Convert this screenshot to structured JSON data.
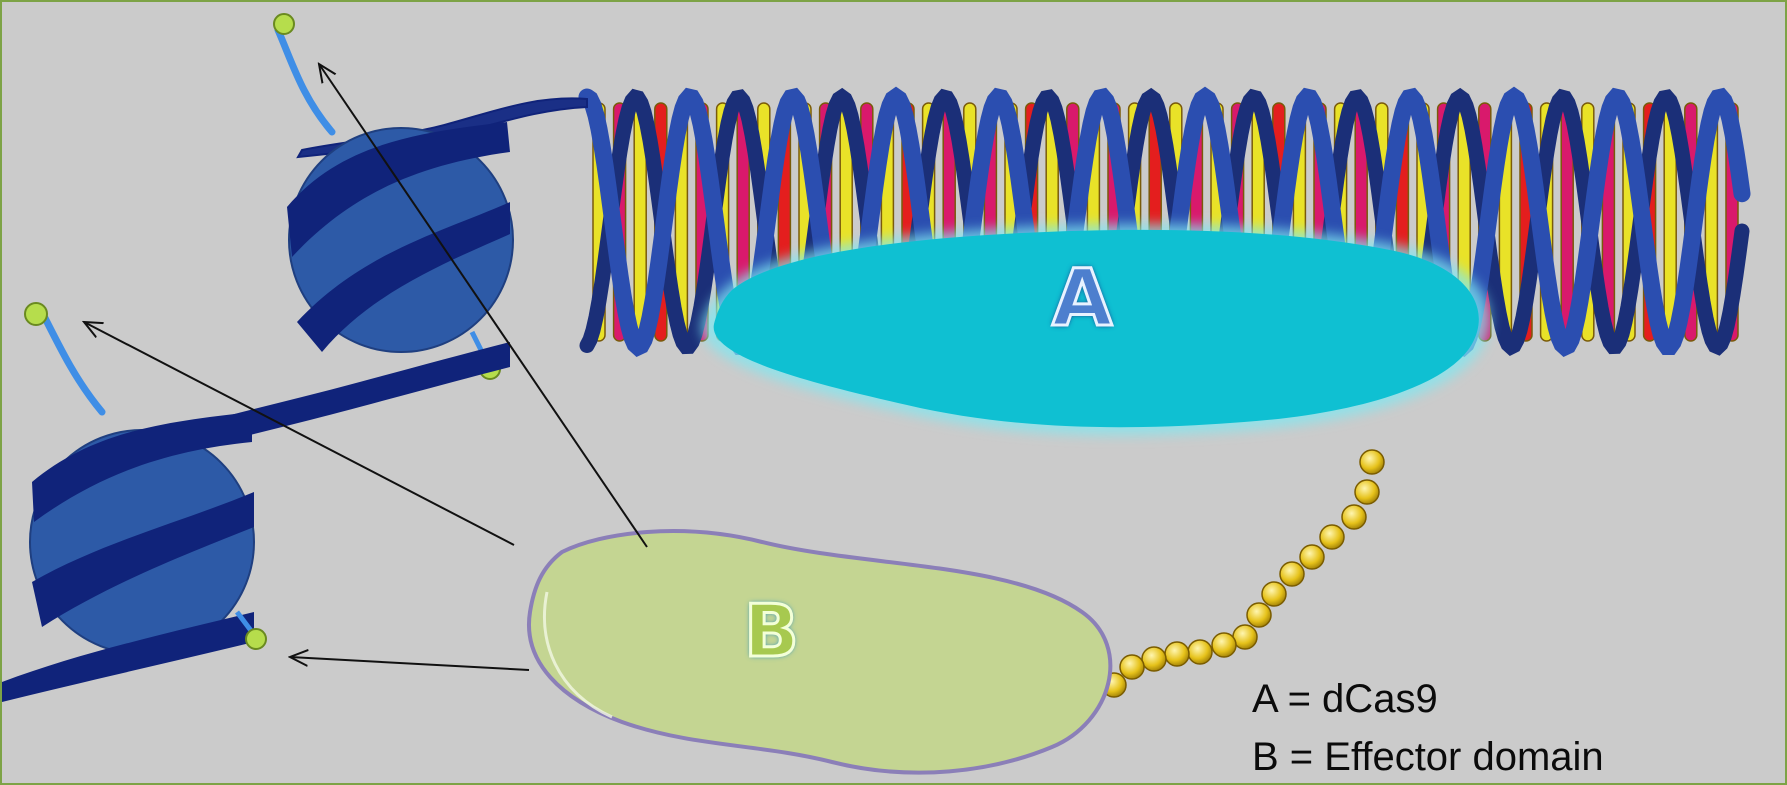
{
  "labels": {
    "protein_a": "A",
    "protein_b": "B"
  },
  "legend": [
    "A = dCas9",
    "B = Effector domain"
  ],
  "colors": {
    "background": "#cbcbcb",
    "frame": "#7da346",
    "dna_backbone": "#233f96",
    "base_yellow": "#e9e228",
    "base_magenta": "#d9196c",
    "base_red": "#e41e1e",
    "dcas9": "#0fc0d2",
    "effector": "#c4d592",
    "linker_bead": "#e6c21a",
    "histone": "#2d5aa7",
    "histone_dark_band": "#10237a",
    "histone_tail_tip": "#b6dd4c"
  }
}
